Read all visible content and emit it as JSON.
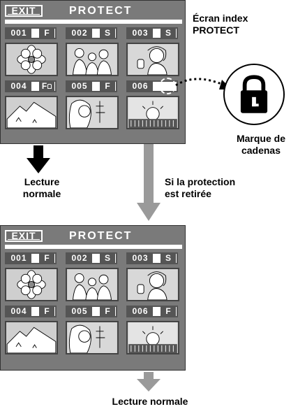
{
  "screens": [
    {
      "exit_label": "EXIT",
      "title": "PROTECT",
      "thumbnails": [
        {
          "num": "001",
          "mode": "F",
          "locked": false,
          "image": "flower"
        },
        {
          "num": "002",
          "mode": "S",
          "locked": false,
          "image": "people"
        },
        {
          "num": "003",
          "mode": "S",
          "locked": false,
          "image": "woman-phone"
        },
        {
          "num": "004",
          "mode": "F",
          "locked": true,
          "image": "mountain"
        },
        {
          "num": "005",
          "mode": "F",
          "locked": false,
          "image": "woman-profile"
        },
        {
          "num": "006",
          "mode": "",
          "locked": true,
          "image": "sunset"
        }
      ]
    },
    {
      "exit_label": "EXIT",
      "title": "PROTECT",
      "thumbnails": [
        {
          "num": "001",
          "mode": "F",
          "locked": false,
          "image": "flower"
        },
        {
          "num": "002",
          "mode": "S",
          "locked": false,
          "image": "people"
        },
        {
          "num": "003",
          "mode": "S",
          "locked": false,
          "image": "woman-phone"
        },
        {
          "num": "004",
          "mode": "F",
          "locked": false,
          "image": "mountain"
        },
        {
          "num": "005",
          "mode": "F",
          "locked": false,
          "image": "woman-profile"
        },
        {
          "num": "006",
          "mode": "F",
          "locked": false,
          "image": "sunset"
        }
      ]
    }
  ],
  "labels": {
    "index_screen": "Écran index PROTECT",
    "index_screen_line1": "Écran index",
    "index_screen_line2": "PROTECT",
    "lock_mark_line1": "Marque de",
    "lock_mark_line2": "cadenas",
    "normal_playback_line1": "Lecture",
    "normal_playback_line2": "normale",
    "protection_removed_line1": "Si la protection",
    "protection_removed_line2": "est retirée",
    "normal_playback_bottom": "Lecture normale"
  },
  "icons": [
    "lock-icon",
    "arrow-down-icon"
  ],
  "colors": {
    "screen_bg": "#7a7a7a",
    "arrow_gray": "#9a9a9a",
    "arrow_black": "#000000"
  }
}
